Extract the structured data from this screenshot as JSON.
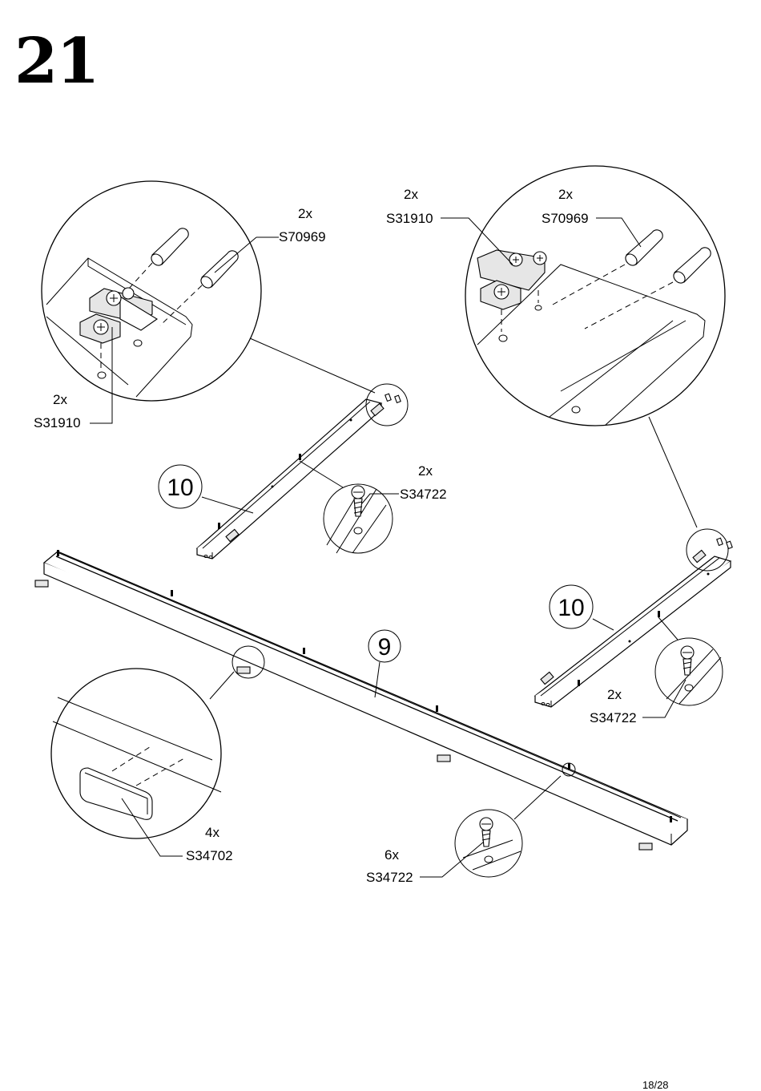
{
  "step": {
    "number": "21"
  },
  "page": {
    "number": "18/28"
  },
  "parts": {
    "board_9": "9",
    "board_10_a": "10",
    "board_10_b": "10"
  },
  "callouts": {
    "tl_s70969": {
      "qty": "2x",
      "code": "S70969"
    },
    "tl_s31910": {
      "qty": "2x",
      "code": "S31910"
    },
    "tr_s31910": {
      "qty": "2x",
      "code": "S31910"
    },
    "tr_s70969": {
      "qty": "2x",
      "code": "S70969"
    },
    "mid_s34722": {
      "qty": "2x",
      "code": "S34722"
    },
    "right_s34722": {
      "qty": "2x",
      "code": "S34722"
    },
    "bl_s34702": {
      "qty": "4x",
      "code": "S34702"
    },
    "bottom_s34722": {
      "qty": "6x",
      "code": "S34722"
    }
  }
}
